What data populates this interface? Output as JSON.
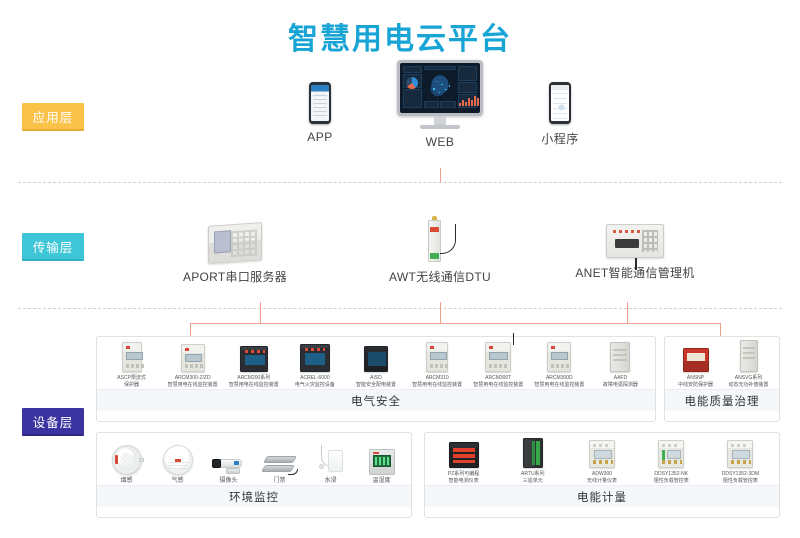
{
  "title": "智慧用电云平台",
  "theme": {
    "title_color": "#18a5d6",
    "app_layer_color": "#fbc24a",
    "transport_layer_color": "#3fc6d6",
    "device_layer_color": "#3b34a0",
    "connector_color": "#f0a08a",
    "panel_border": "#e2e2e2",
    "panel_footer_bg": "#f4f8fb"
  },
  "layers": {
    "application": {
      "tag": "应用层"
    },
    "transport": {
      "tag": "传输层"
    },
    "device": {
      "tag": "设备层"
    }
  },
  "application": {
    "items": [
      {
        "label": "APP",
        "icon": "smartphone-icon"
      },
      {
        "label": "WEB",
        "icon": "desktop-monitor-icon"
      },
      {
        "label": "小程序",
        "icon": "miniprogram-phone-icon"
      }
    ]
  },
  "transport": {
    "items": [
      {
        "label": "APORT串口服务器",
        "icon": "serial-server-icon"
      },
      {
        "label": "AWT无线通信DTU",
        "icon": "wireless-dtu-icon"
      },
      {
        "label": "ANET智能通信管理机",
        "icon": "communication-gateway-icon"
      }
    ]
  },
  "device": {
    "panels": [
      {
        "section": "电气安全",
        "items": [
          {
            "model": "ASCP限流式",
            "desc": "保护器",
            "icon": "current-limiting-protector-icon"
          },
          {
            "model": "ARCM300-Z/ZD",
            "desc": "智慧用电在线监控装置",
            "icon": "din-monitor-icon"
          },
          {
            "model": "ARCM200系列",
            "desc": "智慧用电在线监控装置",
            "icon": "panel-monitor-icon"
          },
          {
            "model": "ACREL-6000",
            "desc": "电气火灾监控设备",
            "icon": "fire-monitoring-host-icon"
          },
          {
            "model": "AISD",
            "desc": "智能安全配电装置",
            "icon": "safe-distribution-icon"
          },
          {
            "model": "ARCM310",
            "desc": "智慧用电在线监控装置",
            "icon": "din-monitor-icon"
          },
          {
            "model": "ARCM300T",
            "desc": "智慧用电在线监控装置",
            "icon": "din-monitor-antenna-icon"
          },
          {
            "model": "ARCM300D",
            "desc": "智慧用电在线监控装置",
            "icon": "din-monitor-icon"
          },
          {
            "model": "AAFD",
            "desc": "故障电弧探测器",
            "icon": "arc-fault-detector-icon"
          }
        ]
      },
      {
        "section": "电能质量治理",
        "items": [
          {
            "model": "ANSNP",
            "desc": "中线安防保护器",
            "icon": "neutral-protector-icon"
          },
          {
            "model": "ANSVG系列",
            "desc": "动态无功补偿装置",
            "icon": "svg-compensation-icon"
          }
        ]
      },
      {
        "section": "环境监控",
        "items": [
          {
            "model": "烟感",
            "desc": "",
            "icon": "smoke-detector-icon"
          },
          {
            "model": "气感",
            "desc": "",
            "icon": "gas-detector-icon"
          },
          {
            "model": "摄像头",
            "desc": "",
            "icon": "camera-icon"
          },
          {
            "model": "门禁",
            "desc": "",
            "icon": "door-access-icon"
          },
          {
            "model": "水浸",
            "desc": "",
            "icon": "water-leak-sensor-icon"
          },
          {
            "model": "温湿度",
            "desc": "",
            "icon": "temperature-humidity-icon"
          }
        ]
      },
      {
        "section": "电能计量",
        "items": [
          {
            "model": "PZ系列可编程",
            "desc": "智能电测仪表",
            "icon": "programmable-meter-icon"
          },
          {
            "model": "ARTU系列",
            "desc": "三遥单元",
            "icon": "rtu-unit-icon"
          },
          {
            "model": "ADW300",
            "desc": "无线计量仪表",
            "icon": "wireless-meter-icon"
          },
          {
            "model": "DDSY1352-NK",
            "desc": "阻性负载管控表",
            "icon": "load-control-meter-icon"
          },
          {
            "model": "DDSY1352-3DM",
            "desc": "阻性负载管控表",
            "icon": "load-control-meter-icon"
          }
        ]
      }
    ]
  }
}
